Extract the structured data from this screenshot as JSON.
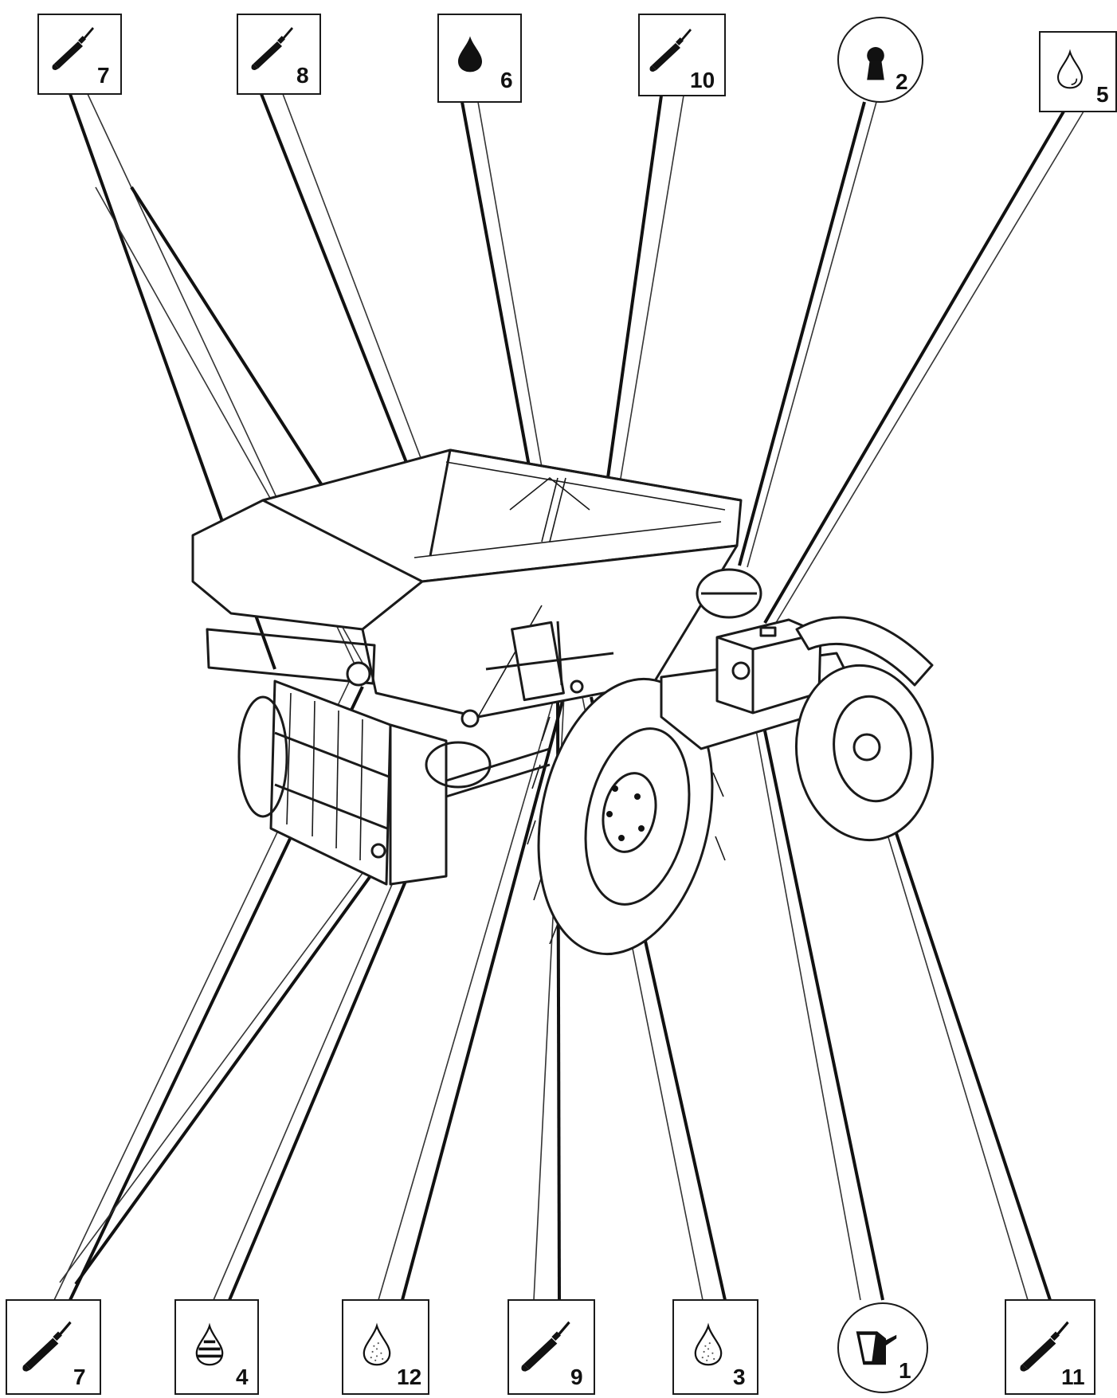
{
  "diagram": {
    "colors": {
      "ink": "#111111",
      "paper": "#ffffff"
    },
    "labels": [
      {
        "id": "top-7",
        "number": "7",
        "icon": "grease-gun-icon"
      },
      {
        "id": "top-8",
        "number": "8",
        "icon": "grease-gun-icon"
      },
      {
        "id": "top-6",
        "number": "6",
        "icon": "black-drop-icon"
      },
      {
        "id": "top-10",
        "number": "10",
        "icon": "grease-gun-icon"
      },
      {
        "id": "top-2",
        "number": "2",
        "icon": "keyhole-icon"
      },
      {
        "id": "top-5",
        "number": "5",
        "icon": "outline-drop-icon"
      },
      {
        "id": "bottom-7",
        "number": "7",
        "icon": "grease-gun-icon"
      },
      {
        "id": "bottom-4",
        "number": "4",
        "icon": "striped-drop-icon"
      },
      {
        "id": "bottom-12",
        "number": "12",
        "icon": "dotted-drop-icon"
      },
      {
        "id": "bottom-9",
        "number": "9",
        "icon": "grease-gun-icon"
      },
      {
        "id": "bottom-3",
        "number": "3",
        "icon": "dotted-drop-icon"
      },
      {
        "id": "bottom-1",
        "number": "1",
        "icon": "oil-can-icon"
      },
      {
        "id": "bottom-11",
        "number": "11",
        "icon": "grease-gun-icon"
      }
    ]
  }
}
